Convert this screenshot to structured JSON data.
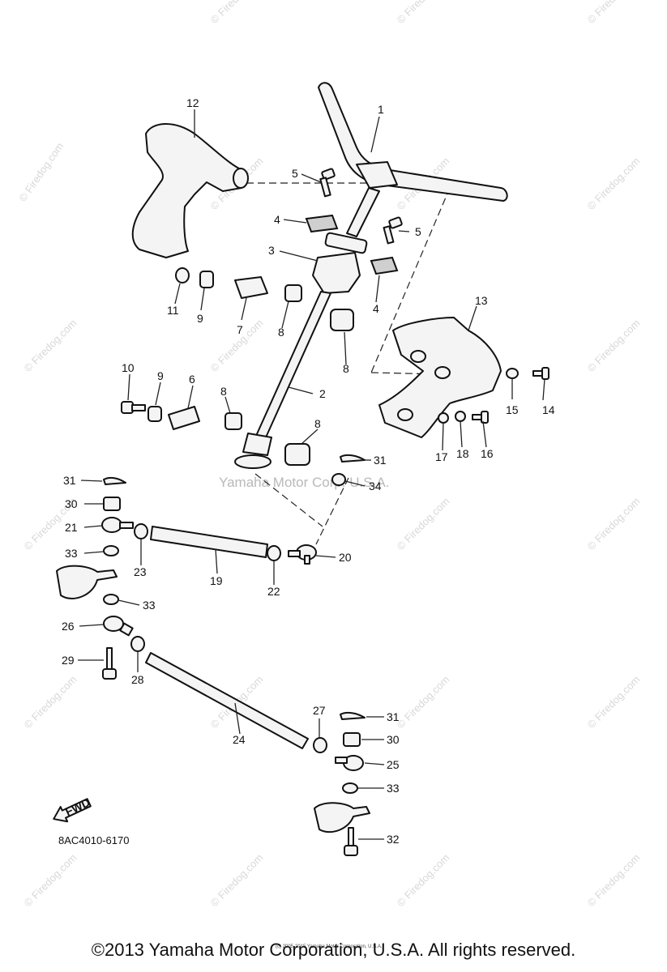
{
  "watermark": {
    "text": "© Firedog.com",
    "center_text": "Yamaha Motor Corp. U.S.A.",
    "tiny_text": "(c) 2005-2015 Yamaha Motor Corporation, U.S.A."
  },
  "diagram": {
    "code": "8AC4010-6170",
    "fwd_label": "FWD",
    "callouts": {
      "p1": "1",
      "p2": "2",
      "p3": "3",
      "p4a": "4",
      "p4b": "4",
      "p5a": "5",
      "p5b": "5",
      "p6": "6",
      "p7": "7",
      "p8a": "8",
      "p8b": "8",
      "p8c": "8",
      "p8d": "8",
      "p9a": "9",
      "p9b": "9",
      "p10": "10",
      "p11": "11",
      "p12": "12",
      "p13": "13",
      "p14": "14",
      "p15": "15",
      "p16": "16",
      "p17": "17",
      "p18": "18",
      "p19": "19",
      "p20": "20",
      "p21": "21",
      "p22": "22",
      "p23": "23",
      "p24": "24",
      "p25": "25",
      "p26": "26",
      "p27": "27",
      "p28": "28",
      "p29": "29",
      "p30a": "30",
      "p30b": "30",
      "p31a": "31",
      "p31b": "31",
      "p31c": "31",
      "p32": "32",
      "p33a": "33",
      "p33b": "33",
      "p33c": "33",
      "p34": "34"
    }
  },
  "footer": {
    "copyright": "©2013 Yamaha Motor Corporation, U.S.A. All rights reserved."
  }
}
